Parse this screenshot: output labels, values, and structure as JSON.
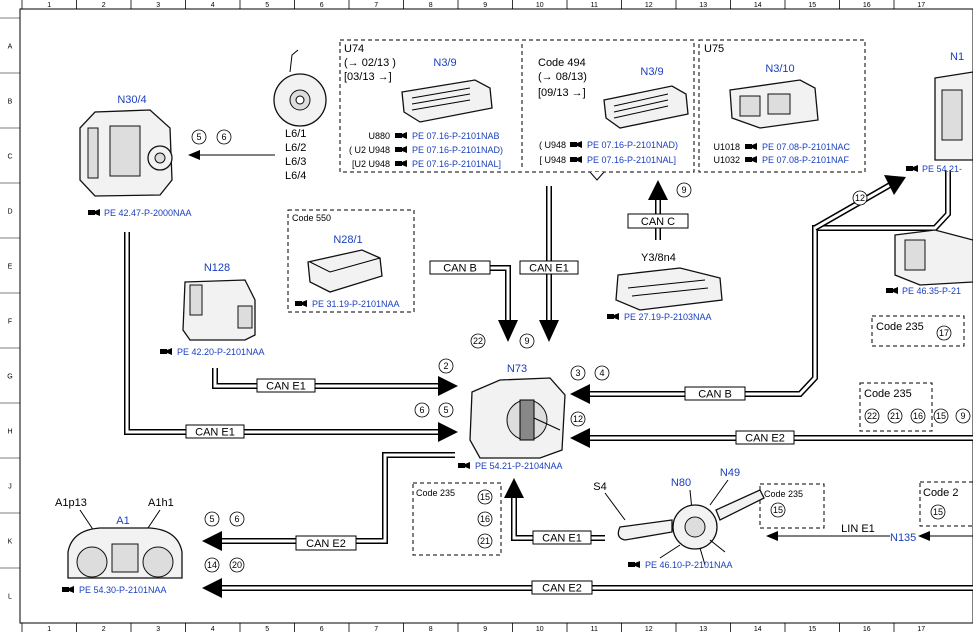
{
  "ruler": {
    "cols": [
      "1",
      "2",
      "3",
      "4",
      "5",
      "6",
      "7",
      "8",
      "9",
      "10",
      "11",
      "12",
      "13",
      "14",
      "15",
      "16",
      "17"
    ],
    "rows": [
      "A",
      "B",
      "C",
      "D",
      "E",
      "F",
      "G",
      "H",
      "J",
      "K",
      "L"
    ]
  },
  "components": {
    "n30_4": {
      "label": "N30/4",
      "ref": "PE 42.47-P-2000NAA"
    },
    "l6": {
      "lines": [
        "L6/1",
        "L6/2",
        "L6/3",
        "L6/4"
      ]
    },
    "n128": {
      "label": "N128",
      "ref": "PE 42.20-P-2101NAA"
    },
    "n28_1": {
      "code": "Code 550",
      "label": "N28/1",
      "ref": "PE 31.19-P-2101NAA"
    },
    "u74": {
      "code": "U74",
      "lines": [
        "(→ 02/13 )",
        "[03/13 →]"
      ],
      "label": "N3/9",
      "refs": [
        [
          "U880",
          "PE 07.16-P-2101NAB"
        ],
        [
          "( U2  U948",
          "PE 07.16-P-2101NAD)"
        ],
        [
          "[U2  U948",
          "PE 07.16-P-2101NAL]"
        ]
      ]
    },
    "code494": {
      "code": "Code 494",
      "lines": [
        "(→ 08/13)",
        "[09/13  →]"
      ],
      "label": "N3/9",
      "refs": [
        [
          "( U948",
          "PE 07.16-P-2101NAD)"
        ],
        [
          "[ U948",
          "PE 07.16-P-2101NAL]"
        ]
      ]
    },
    "u75": {
      "code": "U75",
      "label": "N3/10",
      "refs": [
        [
          "U1018",
          "PE 07.08-P-2101NAC"
        ],
        [
          "U1032",
          "PE 07.08-P-2101NAF"
        ]
      ]
    },
    "n1": {
      "label": "N1",
      "ref": "PE 54.21-"
    },
    "pe46_35": {
      "ref": "PE 46.35-P-21"
    },
    "y3": {
      "label": "Y3/8n4",
      "ref": "PE 27.19-P-2103NAA"
    },
    "n73": {
      "label": "N73",
      "ref": "PE 54.21-P-2104NAA"
    },
    "a1": {
      "label": "A1",
      "left": "A1p13",
      "right": "A1h1",
      "ref": "PE 54.30-P-2101NAA"
    },
    "n80": {
      "label": "N80",
      "n49": "N49",
      "s4": "S4",
      "ref": "PE 46.10-P-2101NAA"
    },
    "n135": {
      "label": "N135"
    }
  },
  "codes": {
    "c235_a": "Code 235",
    "c235_b": "Code 235",
    "c235_c": "Code 235",
    "c235_d": "Code 235",
    "c235_e": "Code 2"
  },
  "buses": {
    "canb_1": "CAN B",
    "cane1_1": "CAN E1",
    "canc": "CAN C",
    "cane1_2": "CAN E1",
    "cane1_3": "CAN E1",
    "canb_2": "CAN B",
    "cane2_1": "CAN E2",
    "cane2_2": "CAN E2",
    "cane1_4": "CAN E1",
    "cane2_3": "CAN E2",
    "line1": "LIN E1"
  },
  "markers": {
    "m5a": "5",
    "m6a": "6",
    "m22a": "22",
    "m9a": "9",
    "m9b": "9",
    "m12a": "12",
    "m17": "17",
    "m2": "2",
    "m6b": "6",
    "m5b": "5",
    "m3": "3",
    "m4": "4",
    "m12b": "12",
    "m22b": "22",
    "m21a": "21",
    "m16a": "16",
    "m15a": "15",
    "m9c": "9",
    "m15b": "15",
    "m16b": "16",
    "m21b": "21",
    "m15c": "15",
    "m15d": "15",
    "m5c": "5",
    "m6c": "6",
    "m14": "14",
    "m20": "20"
  }
}
